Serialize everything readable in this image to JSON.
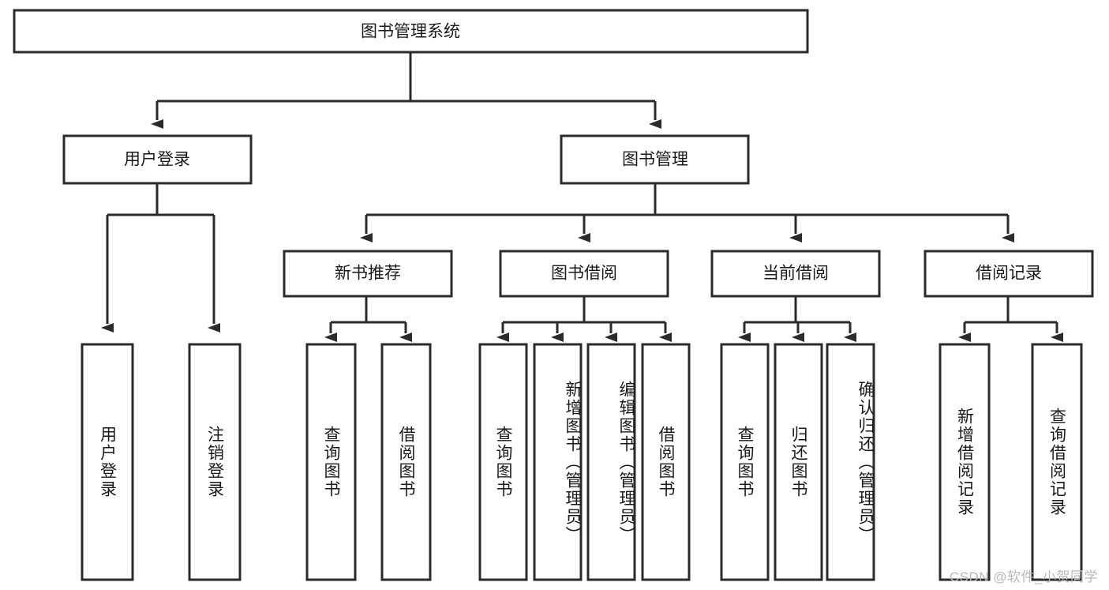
{
  "diagram": {
    "title": "图书管理系统",
    "type": "tree-hierarchy-chart",
    "watermark": "CSDN @软件_小贺同学",
    "colors": {
      "stroke": "#2b2b2b",
      "fill": "#ffffff",
      "text": "#1a1a1a",
      "watermark": "#b9b9b9",
      "background": "#ffffff"
    },
    "levels": {
      "root": {
        "label": "图书管理系统"
      },
      "level2": [
        {
          "id": "user-login",
          "label": "用户登录"
        },
        {
          "id": "book-manage",
          "label": "图书管理"
        }
      ],
      "level3": [
        {
          "id": "new-book-recommend",
          "label": "新书推荐",
          "parent": "book-manage"
        },
        {
          "id": "book-borrow",
          "label": "图书借阅",
          "parent": "book-manage"
        },
        {
          "id": "current-borrow",
          "label": "当前借阅",
          "parent": "book-manage"
        },
        {
          "id": "borrow-record",
          "label": "借阅记录",
          "parent": "book-manage"
        }
      ],
      "leaves": [
        {
          "id": "leaf-user-login",
          "label": "用户登录",
          "parent": "user-login"
        },
        {
          "id": "leaf-user-logout",
          "label": "注销登录",
          "parent": "user-login"
        },
        {
          "id": "leaf-query-book-1",
          "label": "查询图书",
          "parent": "new-book-recommend"
        },
        {
          "id": "leaf-borrow-book-1",
          "label": "借阅图书",
          "parent": "new-book-recommend"
        },
        {
          "id": "leaf-query-book-2",
          "label": "查询图书",
          "parent": "book-borrow"
        },
        {
          "id": "leaf-add-book",
          "label": "新增图书（管理员）",
          "parent": "book-borrow"
        },
        {
          "id": "leaf-edit-book",
          "label": "编辑图书（管理员）",
          "parent": "book-borrow"
        },
        {
          "id": "leaf-borrow-book-2",
          "label": "借阅图书",
          "parent": "book-borrow"
        },
        {
          "id": "leaf-query-book-3",
          "label": "查询图书",
          "parent": "current-borrow"
        },
        {
          "id": "leaf-return-book",
          "label": "归还图书",
          "parent": "current-borrow"
        },
        {
          "id": "leaf-confirm-return",
          "label": "确认归还（管理员）",
          "parent": "current-borrow"
        },
        {
          "id": "leaf-add-record",
          "label": "新增借阅记录",
          "parent": "borrow-record"
        },
        {
          "id": "leaf-query-record",
          "label": "查询借阅记录",
          "parent": "borrow-record"
        }
      ]
    }
  }
}
